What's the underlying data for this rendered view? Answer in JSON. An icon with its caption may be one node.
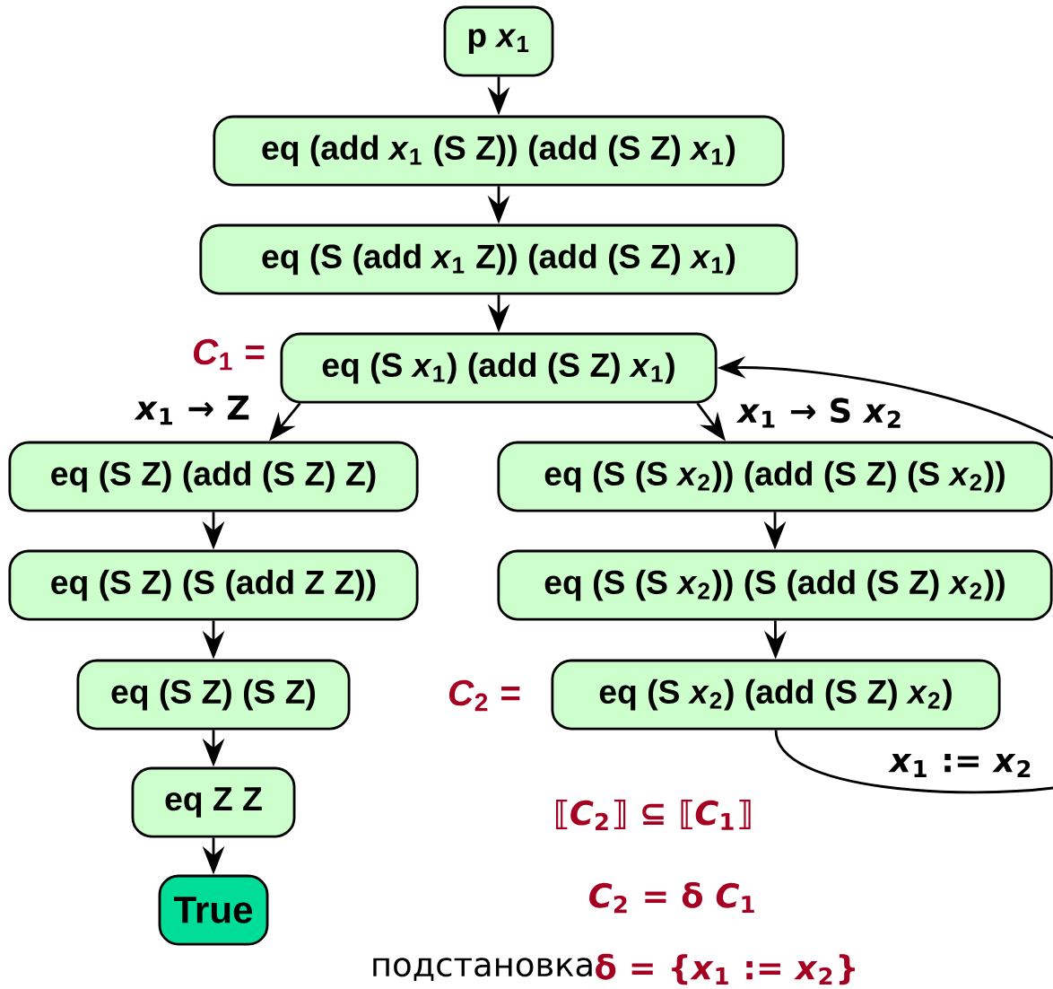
{
  "diagram": {
    "nodes": [
      {
        "text": [
          "p *x*$_{1}$"
        ]
      },
      {
        "text": [
          "eq (add *x*$_{1}$ (S Z)) (add (S Z) *x*$_{1}$)"
        ]
      },
      {
        "text": [
          "eq (S (add *x*$_{1}$ Z)) (add (S Z) *x*$_{1}$)"
        ]
      },
      {
        "text": [
          "eq (S *x*$_{1}$) (add (S Z) *x*$_{1}$)"
        ],
        "beside": [
          "*C*$_{1}$ ="
        ]
      },
      {
        "text": [
          "eq (S Z) (add (S Z) Z)"
        ]
      },
      {
        "text": [
          "eq (S (S *x*$_{2}$)) (add (S Z) (S *x*$_{2}$))"
        ]
      },
      {
        "text": [
          "eq (S Z) (S (add Z Z))"
        ]
      },
      {
        "text": [
          "eq (S (S *x*$_{2}$)) (S (add (S Z) *x*$_{2}$))"
        ]
      },
      {
        "text": [
          "eq (S Z) (S Z)"
        ]
      },
      {
        "text": [
          "eq (S *x*$_{2}$) (add (S Z) *x*$_{2}$)"
        ],
        "beside": [
          "*C*$_{2}$ ="
        ]
      },
      {
        "text": [
          "eq Z Z"
        ]
      },
      {
        "text": [
          "True"
        ]
      }
    ],
    "edges": [
      {
        "from": 0,
        "to": 1,
        "arrow": "to"
      },
      {
        "from": 1,
        "to": 2,
        "arrow": "to"
      },
      {
        "from": 2,
        "to": 3,
        "arrow": "to"
      },
      {
        "from": 3,
        "to": 4,
        "arrow": "to",
        "label": "*x*$_{1}$ → Z"
      },
      {
        "from": 3,
        "to": 5,
        "arrow": "to",
        "label": "*x*$_{1}$ → S *x*$_{2}$"
      },
      {
        "from": 4,
        "to": 6,
        "arrow": "to"
      },
      {
        "from": 6,
        "to": 8,
        "arrow": "to"
      },
      {
        "from": 8,
        "to": 10,
        "arrow": "to"
      },
      {
        "from": 10,
        "to": 11,
        "arrow": "to"
      },
      {
        "from": 5,
        "to": 7,
        "arrow": "to"
      },
      {
        "from": 7,
        "to": 9,
        "arrow": "to"
      },
      {
        "from": 9,
        "to": 3,
        "arrow": "to",
        "label": "*x*$_{1}$ := *x*$_{2}$"
      }
    ],
    "labels": [
      "⟦*C*$_{2}$⟧ ⊆ ⟦*C*$_{1}$⟧",
      "*C*$_{2}$ = δ *C*$_{1}$",
      "подстановка",
      "δ = {*x*$_{1}$ := *x*$_{2}$}"
    ]
  }
}
